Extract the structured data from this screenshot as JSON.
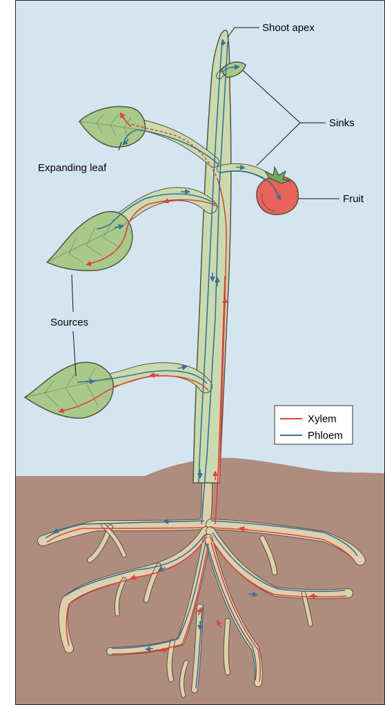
{
  "labels": {
    "shoot_apex": "Shoot apex",
    "sinks": "Sinks",
    "expanding_leaf": "Expanding leaf",
    "fruit": "Fruit",
    "sources": "Sources"
  },
  "legend": {
    "xylem": "Xylem",
    "phloem": "Phloem"
  },
  "colors": {
    "sky": "#d5e5ef",
    "soil": "#ae8d7f",
    "plant": "#c9dbae",
    "leaf": "#a7c98a",
    "root": "#ddd0ad",
    "xylem": "#e2403b",
    "phloem": "#3a6f96",
    "fruit": "#e8635a"
  }
}
